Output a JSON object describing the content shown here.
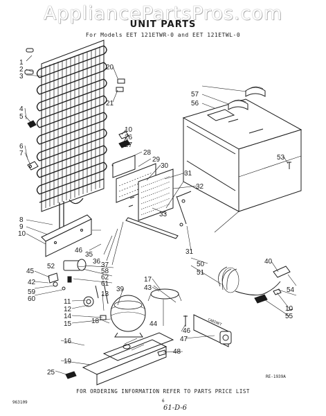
{
  "header": {
    "watermark": "AppliancePartsPros.com",
    "title": "UNIT PARTS",
    "models": "For Models EET 121ETWR-0 and EET 121ETWL-0"
  },
  "footer": {
    "ordering_note": "FOR ORDERING INFORMATION REFER TO PARTS PRICE LIST",
    "ref_code": "RE-1939A",
    "doc_number": "963109",
    "page_mark": "6",
    "handwritten_note": "61-D-6"
  },
  "cabinet_label": "CABINET",
  "callouts": [
    "1",
    "2",
    "3",
    "4",
    "5",
    "6",
    "7",
    "8",
    "9",
    "10",
    "10",
    "10",
    "11",
    "12",
    "13",
    "14",
    "15",
    "16",
    "17",
    "18",
    "19",
    "20",
    "21",
    "25",
    "26",
    "27",
    "28",
    "29",
    "30",
    "31",
    "31",
    "32",
    "33",
    "35",
    "36",
    "37",
    "39",
    "40",
    "42",
    "43",
    "44",
    "45",
    "46",
    "46",
    "47",
    "48",
    "50",
    "51",
    "52",
    "53",
    "54",
    "55",
    "56",
    "57",
    "58",
    "59",
    "60",
    "61",
    "62"
  ]
}
